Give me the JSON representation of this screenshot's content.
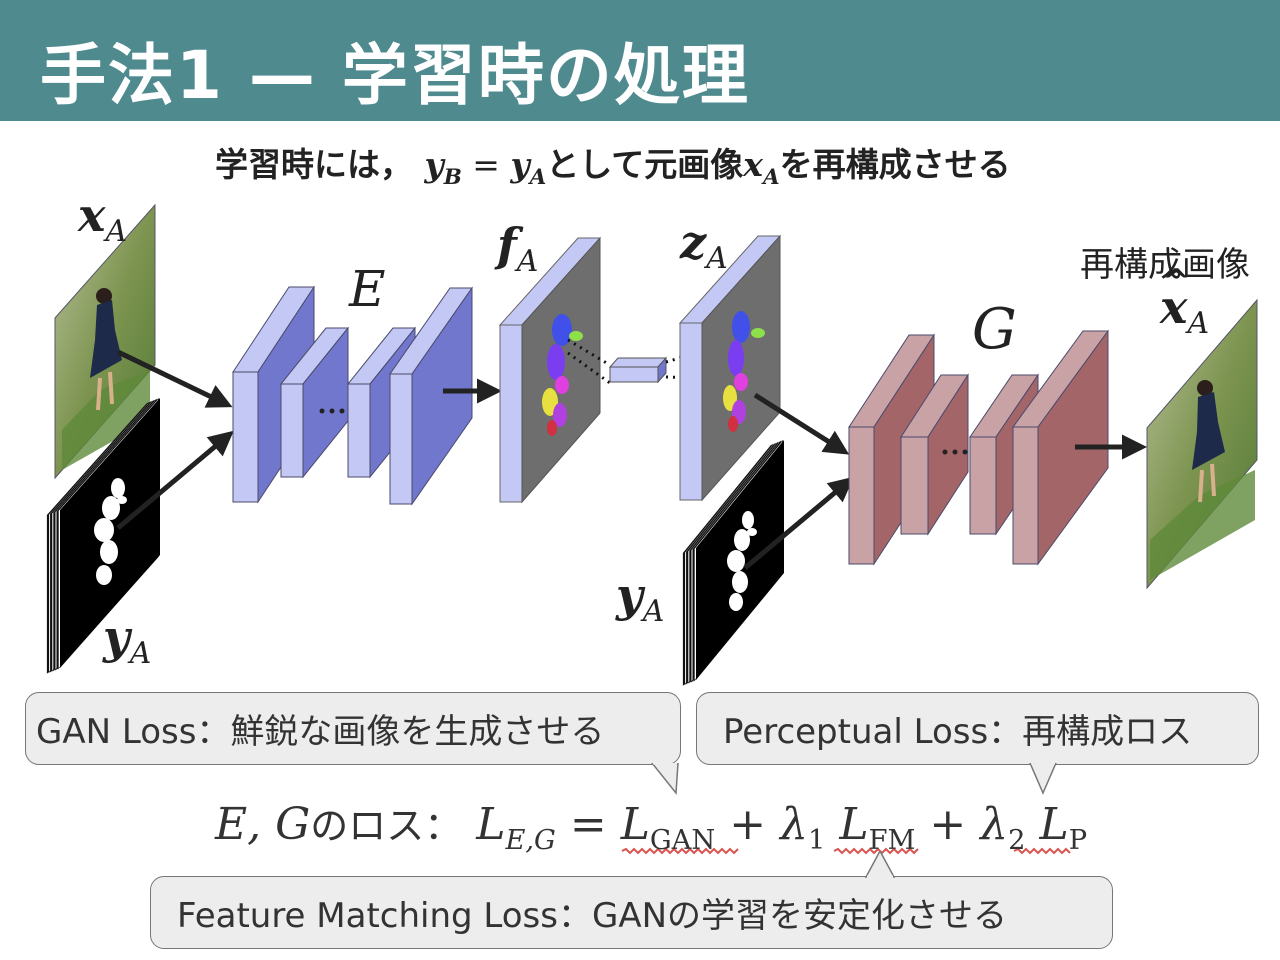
{
  "slide": {
    "title": "手法1 — 学習時の処理",
    "subtitle_prefix": "学習時には，",
    "subtitle_eq_y1": "y",
    "subtitle_eq_b": "B",
    "subtitle_eq_eq": " = ",
    "subtitle_eq_y2": "y",
    "subtitle_eq_a": "A",
    "subtitle_mid": "として元画像",
    "subtitle_x": "x",
    "subtitle_xa": "A",
    "subtitle_suffix": "を再構成させる"
  },
  "labels": {
    "xA_main": "x",
    "xA_sub": "A",
    "yA_left_main": "y",
    "yA_left_sub": "A",
    "encoder": "E",
    "fA_main": "f",
    "fA_sub": "A",
    "zA_main": "z",
    "zA_sub": "A",
    "yA_right_main": "y",
    "yA_right_sub": "A",
    "generator": "G",
    "recon_caption": "再構成画像",
    "recon_main": "x",
    "recon_sub": "A",
    "recon_hat": "^",
    "ellipsis": "…"
  },
  "callouts": {
    "gan": "GAN Loss：鮮鋭な画像を生成させる",
    "perceptual": "Perceptual Loss：再構成ロス",
    "fm": "Feature Matching Loss：GANの学習を安定化させる"
  },
  "formula": {
    "lhs": "E, G",
    "lhs_text": "のロス：",
    "L": "L",
    "L_sub": "E,G",
    "eq": " = ",
    "gan_L": "L",
    "gan_sub": "GAN",
    "plus1": " + ",
    "lambda1": "λ",
    "lambda1_sub": "1",
    "fm_L": "L",
    "fm_sub": "FM",
    "plus2": " + ",
    "lambda2": "λ",
    "lambda2_sub": "2",
    "p_L": "L",
    "p_sub": "P"
  },
  "colors": {
    "header": "#4f8a8f",
    "encoder_front": "#c4c8f5",
    "encoder_side": "#7177cc",
    "generator_front": "#c9a2a6",
    "generator_side": "#a36568",
    "feature_map": "#6e6e6e",
    "underline": "#d9534f"
  }
}
